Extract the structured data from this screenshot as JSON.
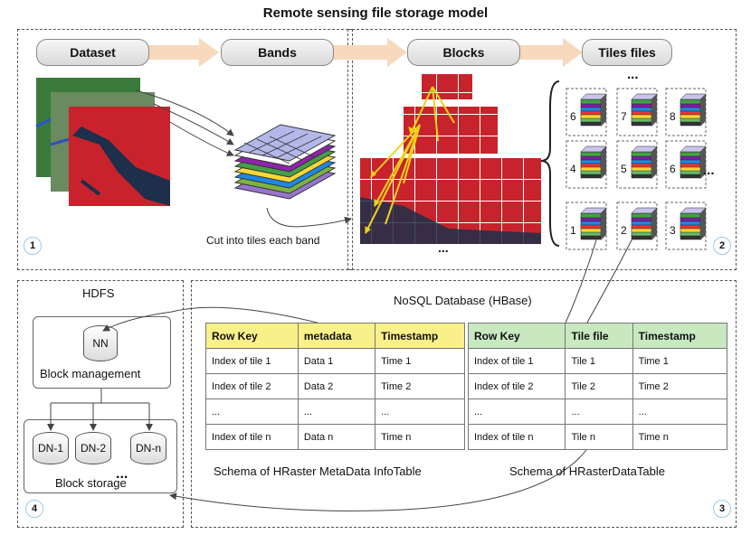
{
  "title": "Remote sensing file storage model",
  "stages": {
    "dataset": "Dataset",
    "bands": "Bands",
    "blocks": "Blocks",
    "tiles": "Tiles files"
  },
  "annotations": {
    "cut_label": "Cut into tiles each band",
    "ellipsis": "...",
    "more_dots": "...",
    "right_dots": "...",
    "tile_ellipsis": "..."
  },
  "tile_numbers": [
    "6",
    "7",
    "8",
    "4",
    "5",
    "6",
    "1",
    "2",
    "3"
  ],
  "panel_numbers": {
    "p1": "1",
    "p2": "2",
    "p3": "3",
    "p4": "4"
  },
  "hdfs": {
    "title": "HDFS",
    "nn": "NN",
    "block_management": "Block management",
    "dn1": "DN-1",
    "dn2": "DN-2",
    "dnn": "DN-n",
    "dots": "...",
    "block_storage": "Block storage"
  },
  "nosql": {
    "title": "NoSQL Database (HBase)"
  },
  "meta_table": {
    "headers": [
      "Row Key",
      "metadata",
      "Timestamp"
    ],
    "rows": [
      [
        "Index of tile 1",
        "Data 1",
        "Time 1"
      ],
      [
        "Index of tile 2",
        "Data 2",
        "Time 2"
      ],
      [
        "...",
        "...",
        "..."
      ],
      [
        "Index of tile n",
        "Data n",
        "Time n"
      ]
    ],
    "caption": "Schema of HRaster MetaData InfoTable"
  },
  "data_table": {
    "headers": [
      "Row Key",
      "Tile file",
      "Timestamp"
    ],
    "rows": [
      [
        "Index of tile 1",
        "Tile 1",
        "Time 1"
      ],
      [
        "Index of tile 2",
        "Tile 2",
        "Time 2"
      ],
      [
        "...",
        "...",
        "..."
      ],
      [
        "Index of tile n",
        "Tile n",
        "Time n"
      ]
    ],
    "caption": "Schema of HRasterDataTable"
  },
  "colors": {
    "meta_header": "#faf08a",
    "data_header": "#c8e8c0",
    "satellite_red": "#c8232c",
    "arrow_yellow": "#f2d21a",
    "badge_border": "#9cc9e6"
  }
}
